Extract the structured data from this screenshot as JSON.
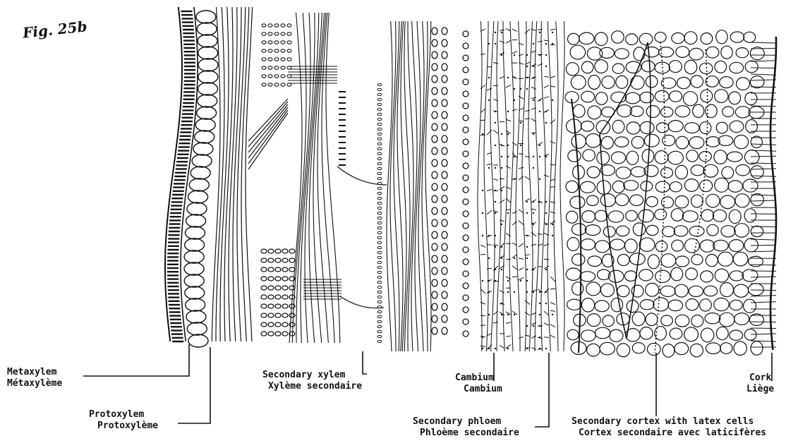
{
  "figure": {
    "label": "Fig. 25b"
  },
  "labels": {
    "metaxylem": {
      "en": "Metaxylem",
      "fr": "Métaxylème"
    },
    "protoxylem": {
      "en": "Protoxylem",
      "fr": "Protoxylème"
    },
    "secondary_xylem": {
      "en": "Secondary xylem",
      "fr": "Xylème secondaire"
    },
    "cambium": {
      "en": "Cambium",
      "fr": "Cambium"
    },
    "secondary_phloem": {
      "en": "Secondary phloem",
      "fr": "Phloème secondaire"
    },
    "secondary_cortex": {
      "en": "Secondary cortex with latex cells",
      "fr": "Cortex secondaire avec laticifères"
    },
    "cork": {
      "en": "Cork",
      "fr": "Liège"
    }
  },
  "colors": {
    "ink": "#111111",
    "paper": "#ffffff"
  }
}
